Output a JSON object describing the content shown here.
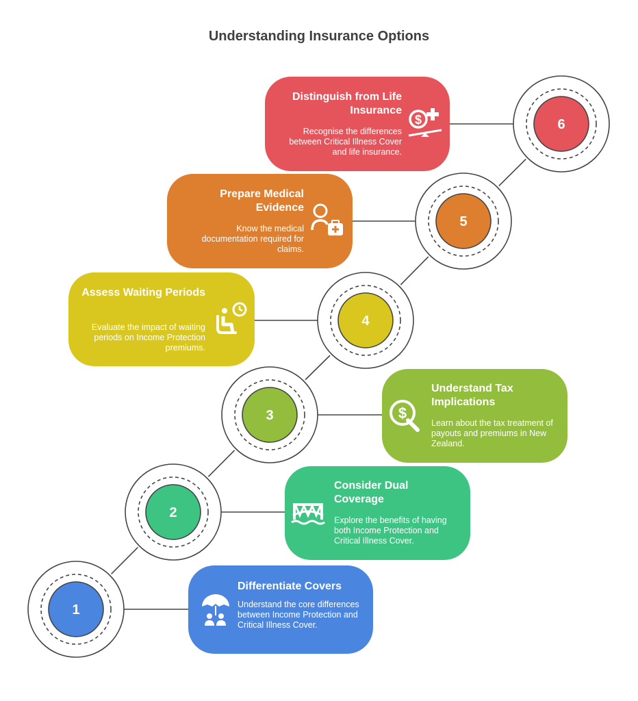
{
  "title": "Understanding Insurance Options",
  "colors": {
    "step1": "#4a86e0",
    "step2": "#3ec482",
    "step3": "#93bd3c",
    "step4": "#d9c71f",
    "step5": "#de7e2f",
    "step6": "#e5545b",
    "line": "#444444"
  },
  "steps": [
    {
      "number": "1",
      "title": "Differentiate Covers",
      "description": "Understand the core differences between Income Protection and Critical Illness Cover.",
      "icon": "umbrella-family-icon"
    },
    {
      "number": "2",
      "title": "Consider Dual Coverage",
      "description": "Explore the benefits of having both Income Protection and Critical Illness Cover.",
      "icon": "bridge-icon"
    },
    {
      "number": "3",
      "title": "Understand Tax Implications",
      "description": "Learn about the tax treatment of payouts and premiums in New Zealand.",
      "icon": "dollar-magnifier-icon"
    },
    {
      "number": "4",
      "title": "Assess Waiting Periods",
      "description": "Evaluate the impact of waiting periods on Income Protection premiums.",
      "icon": "waiting-clock-icon"
    },
    {
      "number": "5",
      "title": "Prepare Medical Evidence",
      "description": "Know the medical documentation required for claims.",
      "icon": "doctor-medkit-icon"
    },
    {
      "number": "6",
      "title": "Distinguish from Life Insurance",
      "description": "Recognise the differences between Critical Illness Cover and life insurance.",
      "icon": "dollar-cross-scale-icon"
    }
  ]
}
